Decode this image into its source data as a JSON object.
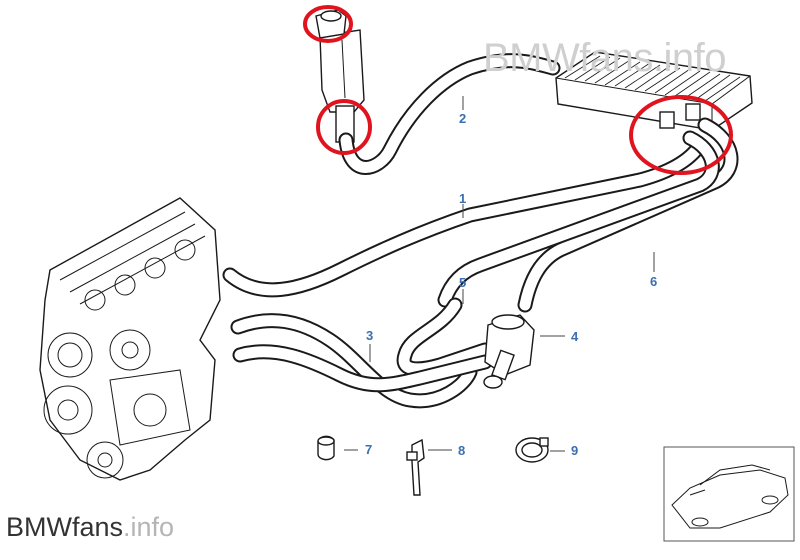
{
  "watermark": {
    "top": "BMWfans.info",
    "bottom_main": "BMWfans",
    "bottom_suffix": ".info"
  },
  "callouts": [
    {
      "id": "1",
      "label": "1"
    },
    {
      "id": "2",
      "label": "2"
    },
    {
      "id": "3",
      "label": "3"
    },
    {
      "id": "4",
      "label": "4"
    },
    {
      "id": "5",
      "label": "5"
    },
    {
      "id": "6",
      "label": "6"
    },
    {
      "id": "7",
      "label": "7"
    },
    {
      "id": "8",
      "label": "8"
    },
    {
      "id": "9",
      "label": "9"
    }
  ],
  "colors": {
    "callout_text": "#3a6fb0",
    "highlight_ring": "#e0141e",
    "line_art": "#1a1a1a",
    "watermark_top": "#cfcfcf",
    "watermark_bottom": "#333333"
  }
}
